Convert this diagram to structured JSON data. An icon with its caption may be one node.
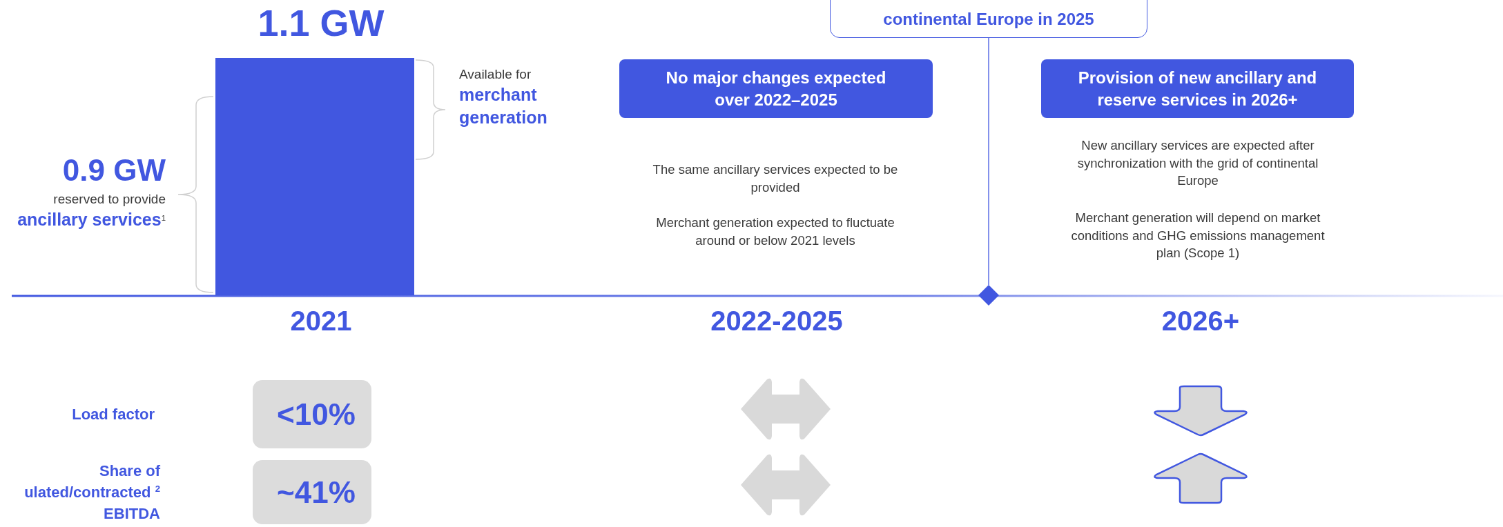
{
  "diagram": {
    "nodes": [
      {
        "text": [
          "continental Europe in 2025"
        ]
      },
      {
        "text": [],
        "shape": "diamond"
      },
      {
        "text": [
          "No major changes expected over 2022–2025"
        ],
        "beside": [
          "The same ancillary services expected to be provided",
          "Merchant generation expected to fluctuate around or below 2021 levels"
        ]
      },
      {
        "text": [
          "Provision of new ancillary and reserve services in 2026+"
        ],
        "beside": [
          "New ancillary services are expected after synchronization with the grid of continental Europe",
          "Merchant generation will depend on market conditions and GHG emissions management plan (Scope 1)"
        ]
      },
      {
        "text": [
          "<10%"
        ]
      },
      {
        "text": [
          "~41%"
        ]
      },
      {
        "text": [],
        "shape": "bar"
      }
    ],
    "edges": [
      {
        "from": 0,
        "to": 1,
        "arrow": "none"
      }
    ],
    "labels": [
      "1.1 GW",
      "Available for **merchant generation**",
      "0.9 GW",
      "reserved to provide **ancillary services**$^{1}$",
      "2021",
      "2022-2025",
      "2026+",
      "Load factor",
      "Share of ulated/contracted $^{2}$ EBITDA"
    ]
  }
}
